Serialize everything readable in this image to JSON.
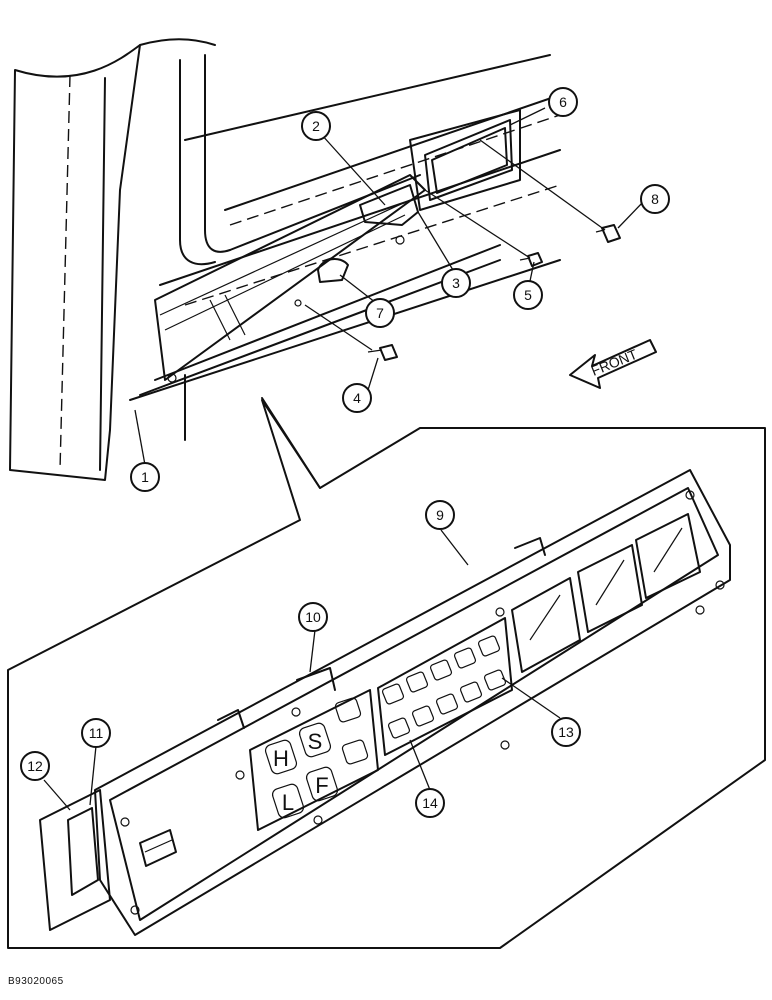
{
  "figure_id": "B93020065",
  "direction_label": "FRONT",
  "panel_keys": {
    "key_h": "H",
    "key_s": "S",
    "key_l": "L",
    "key_f": "F"
  },
  "callouts": [
    "1",
    "2",
    "3",
    "4",
    "5",
    "6",
    "7",
    "8",
    "9",
    "10",
    "11",
    "12",
    "13",
    "14"
  ]
}
